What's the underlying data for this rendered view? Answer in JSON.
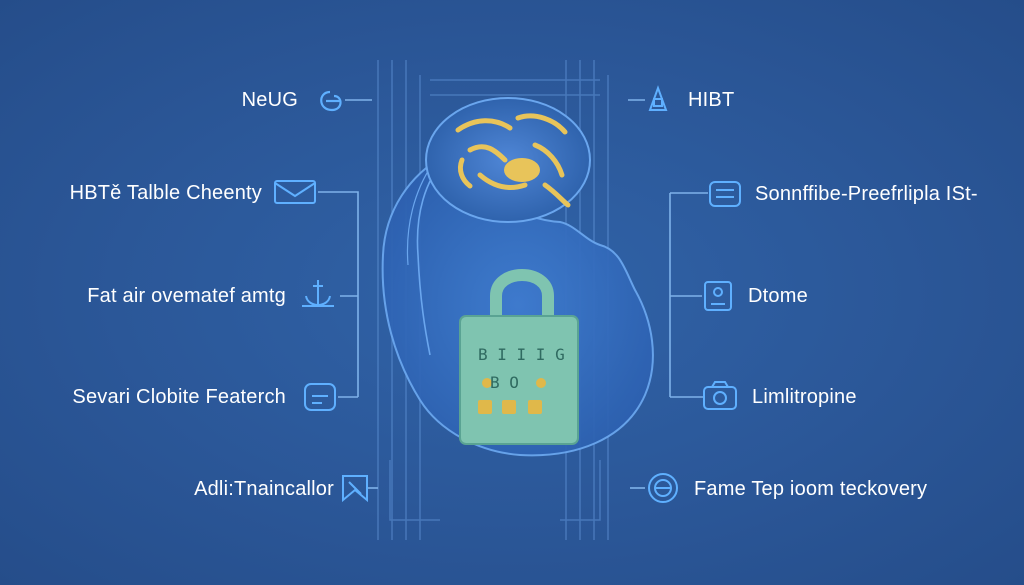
{
  "labels": {
    "left_1": "NeUG",
    "left_2": "HBTě Talble Cheenty",
    "left_3": "Fat air ovematef amtg",
    "left_4": "Sevari Clobite Featerch",
    "left_5": "Adli:Tnaincallor",
    "right_1": "HIBT",
    "right_2": "Sonnffibe-Preefrlipla ISt-",
    "right_3": "Dtome",
    "right_4": "Limlitropine",
    "right_5": "Fame Tep ioom teckovery"
  },
  "lock_text": {
    "line_1": "B I I I G",
    "line_2": "B O"
  },
  "icons": {
    "left_1": "swirl-icon",
    "left_2": "envelope-icon",
    "left_3": "anchor-icon",
    "left_4": "device-icon",
    "left_5": "bookmark-icon",
    "right_1": "padlock-icon",
    "right_2": "server-icon",
    "right_3": "shield-frame-icon",
    "right_4": "camera-icon",
    "right_5": "gear-badge-icon"
  },
  "colors": {
    "background": "#2a5494",
    "line": "#7fb2ea",
    "icon": "#5fb0ff",
    "brain": "#e8c45a",
    "lock_body": "#7fc4b0",
    "lock_accent": "#e0b84a"
  }
}
